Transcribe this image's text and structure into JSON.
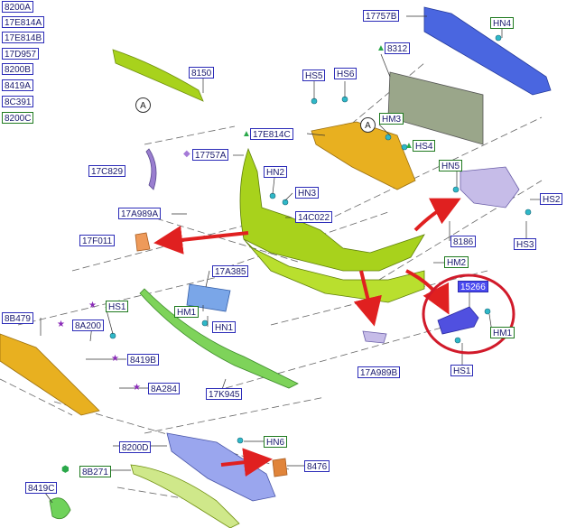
{
  "sidebar": {
    "items": [
      {
        "code": "8200A"
      },
      {
        "code": "17E814A"
      },
      {
        "code": "17E814B"
      },
      {
        "code": "17D957"
      },
      {
        "code": "8200B"
      },
      {
        "code": "8419A"
      },
      {
        "code": "8C391"
      },
      {
        "code": "8200C"
      }
    ]
  },
  "callouts": {
    "c17757B": "17757B",
    "cHN4": "HN4",
    "c8312": "8312",
    "c8150": "8150",
    "cHS5": "HS5",
    "cHS6": "HS6",
    "cHM3": "HM3",
    "cHS4": "HS4",
    "c17E814C": "17E814C",
    "c17757A": "17757A",
    "c17C829": "17C829",
    "cHN2": "HN2",
    "cHN3": "HN3",
    "cHN5": "HN5",
    "cHS2": "HS2",
    "c17A989A": "17A989A",
    "c14C022": "14C022",
    "c17F011": "17F011",
    "c8186": "8186",
    "cHS3": "HS3",
    "cHM2": "HM2",
    "c17A385": "17A385",
    "c15266": "15266",
    "cHM1a": "HM1",
    "cHN1": "HN1",
    "c8B479": "8B479",
    "cHS1a": "HS1",
    "c8A200": "8A200",
    "cHM1b": "HM1",
    "c8419B": "8419B",
    "c17A989B": "17A989B",
    "cHS1b": "HS1",
    "c8A284": "8A284",
    "c17K945": "17K945",
    "c8200D": "8200D",
    "cHN6": "HN6",
    "c8476": "8476",
    "c8B271": "8B271",
    "c8419C": "8419C"
  },
  "markers": {
    "circleA1": "A",
    "circleA2": "A"
  },
  "colors": {
    "label_border_blue": "#2b2bb8",
    "label_border_green": "#1f7a1f",
    "selected_label": "#4a4af0",
    "highlight_circle": "#d11a2a",
    "red_arrow": "#e02020",
    "bumper_cover": "#a8d21c",
    "reinforcement_beam": "#4a66e0",
    "bracket_orange": "#e8b020"
  }
}
